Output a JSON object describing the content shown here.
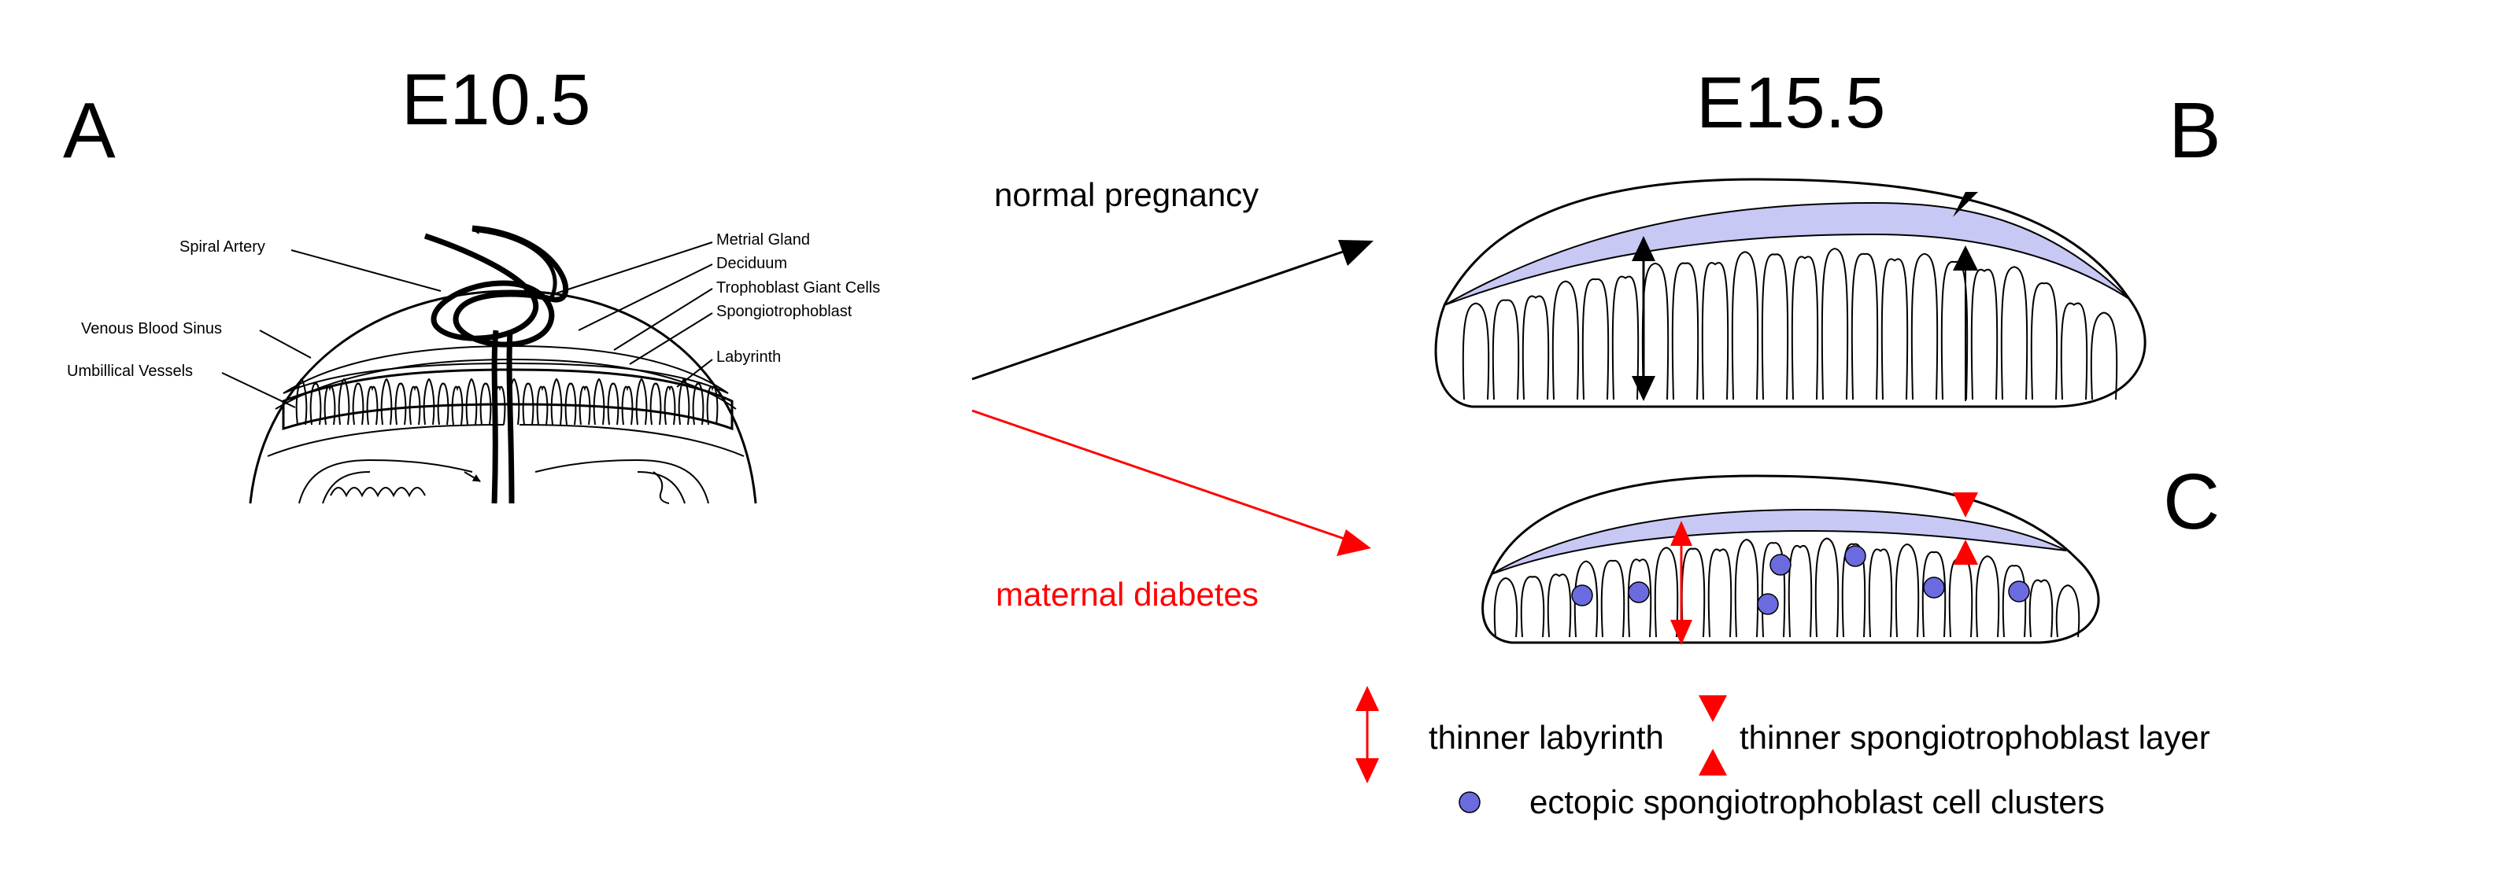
{
  "panels": {
    "a": {
      "letter": "A",
      "stage": "E10.5",
      "labels": {
        "spiral_artery": "Spiral Artery",
        "venous_blood_sinus": "Venous Blood Sinus",
        "umbilical_vessels": "Umbillical Vessels",
        "metrial_gland": "Metrial Gland",
        "deciduum": "Deciduum",
        "trophoblast_giant_cells": "Trophoblast Giant Cells",
        "spongiotrophoblast": "Spongiotrophoblast",
        "labyrinth": "Labyrinth"
      }
    },
    "b": {
      "letter": "B",
      "stage": "E15.5"
    },
    "c": {
      "letter": "C"
    }
  },
  "arrows": {
    "normal": "normal pregnancy",
    "diabetes": "maternal diabetes"
  },
  "legend": {
    "thinner_labyrinth": "thinner labyrinth",
    "thinner_spongio": "thinner spongiotrophoblast layer",
    "ectopic": "ectopic spongiotrophoblast cell clusters"
  },
  "colors": {
    "spongio_layer": "#c8c8f5",
    "cluster_fill": "#6b6be0",
    "highlight": "#ff0000"
  }
}
